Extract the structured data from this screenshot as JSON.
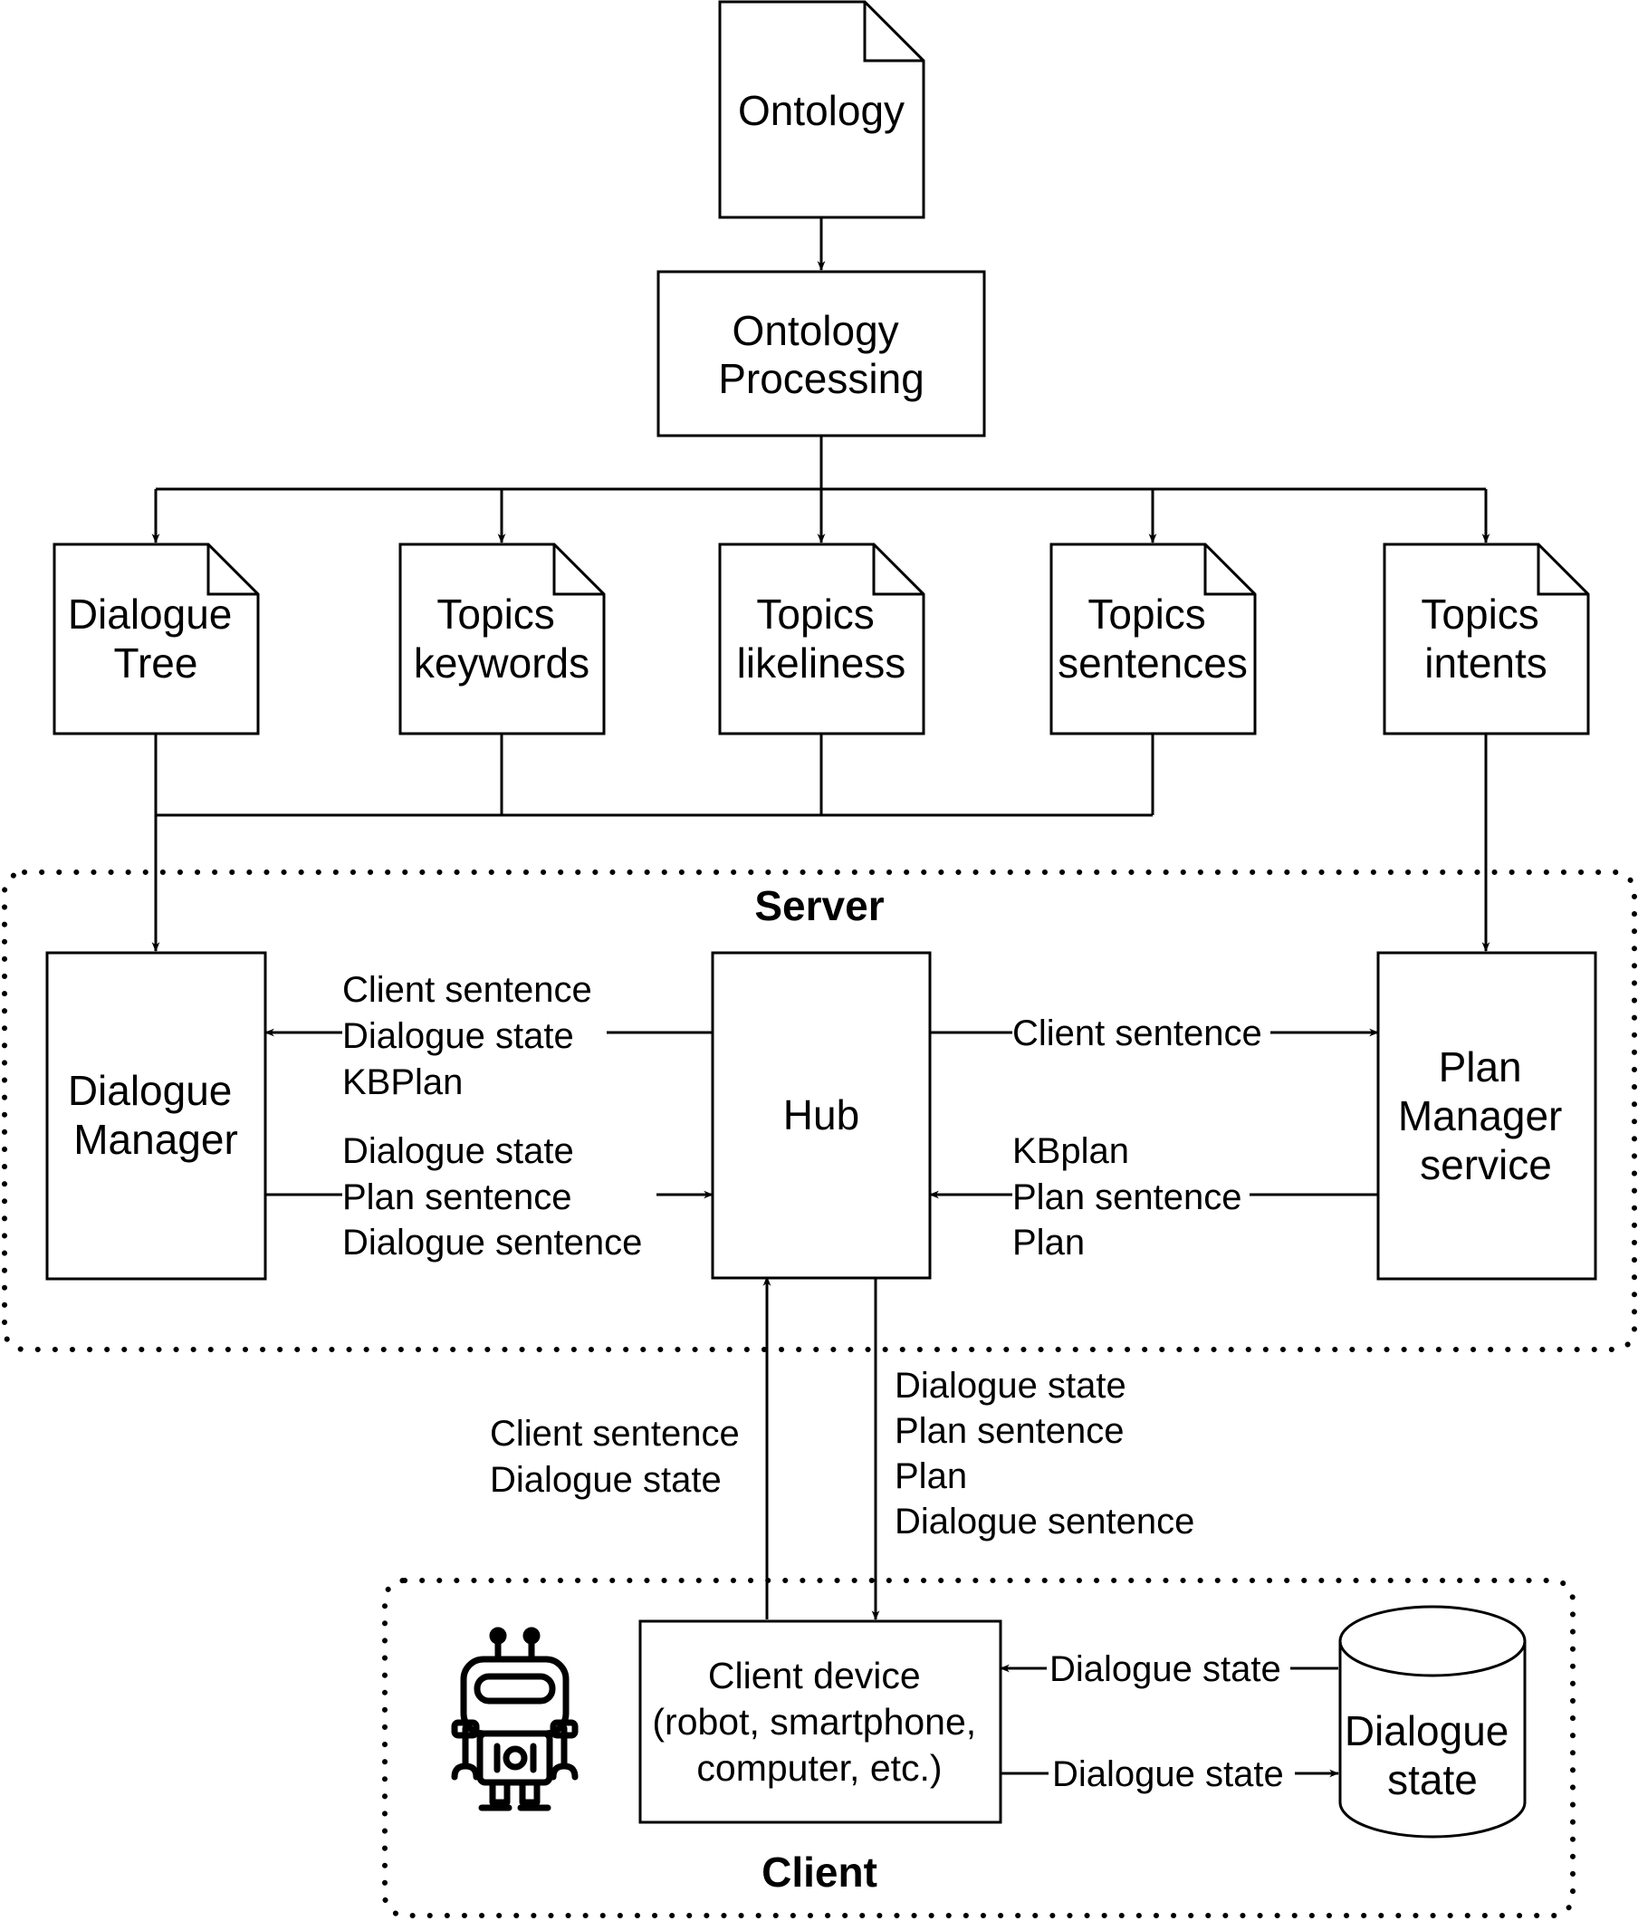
{
  "groups": {
    "server": "Server",
    "client": "Client"
  },
  "nodes": {
    "ontology": "Ontology",
    "ontology_processing": [
      "Ontology",
      "Processing"
    ],
    "dialogue_tree": [
      "Dialogue",
      "Tree"
    ],
    "topics_keywords": [
      "Topics",
      "keywords"
    ],
    "topics_likeliness": [
      "Topics",
      "likeliness"
    ],
    "topics_sentences": [
      "Topics",
      "sentences"
    ],
    "topics_intents": [
      "Topics",
      "intents"
    ],
    "dialogue_manager": [
      "Dialogue",
      "Manager"
    ],
    "hub": "Hub",
    "plan_manager": [
      "Plan",
      "Manager",
      "service"
    ],
    "client_device": [
      "Client device",
      "(robot, smartphone,",
      "computer, etc.)"
    ],
    "dialogue_state_store": [
      "Dialogue",
      "state"
    ]
  },
  "edges": {
    "hub_to_dm": [
      "Client sentence",
      "Dialogue state",
      "KBPlan"
    ],
    "dm_to_hub": [
      "Dialogue state",
      "Plan sentence",
      "Dialogue sentence"
    ],
    "hub_to_pm": "Client sentence",
    "pm_to_hub": [
      "KBplan",
      "Plan sentence",
      "Plan"
    ],
    "client_to_hub": [
      "Client sentence",
      "Dialogue state"
    ],
    "hub_to_client": [
      "Dialogue state",
      "Plan sentence",
      "Plan",
      "Dialogue sentence"
    ],
    "store_to_client": "Dialogue state",
    "client_to_store": "Dialogue state"
  },
  "icons": {
    "robot": "robot-icon"
  }
}
